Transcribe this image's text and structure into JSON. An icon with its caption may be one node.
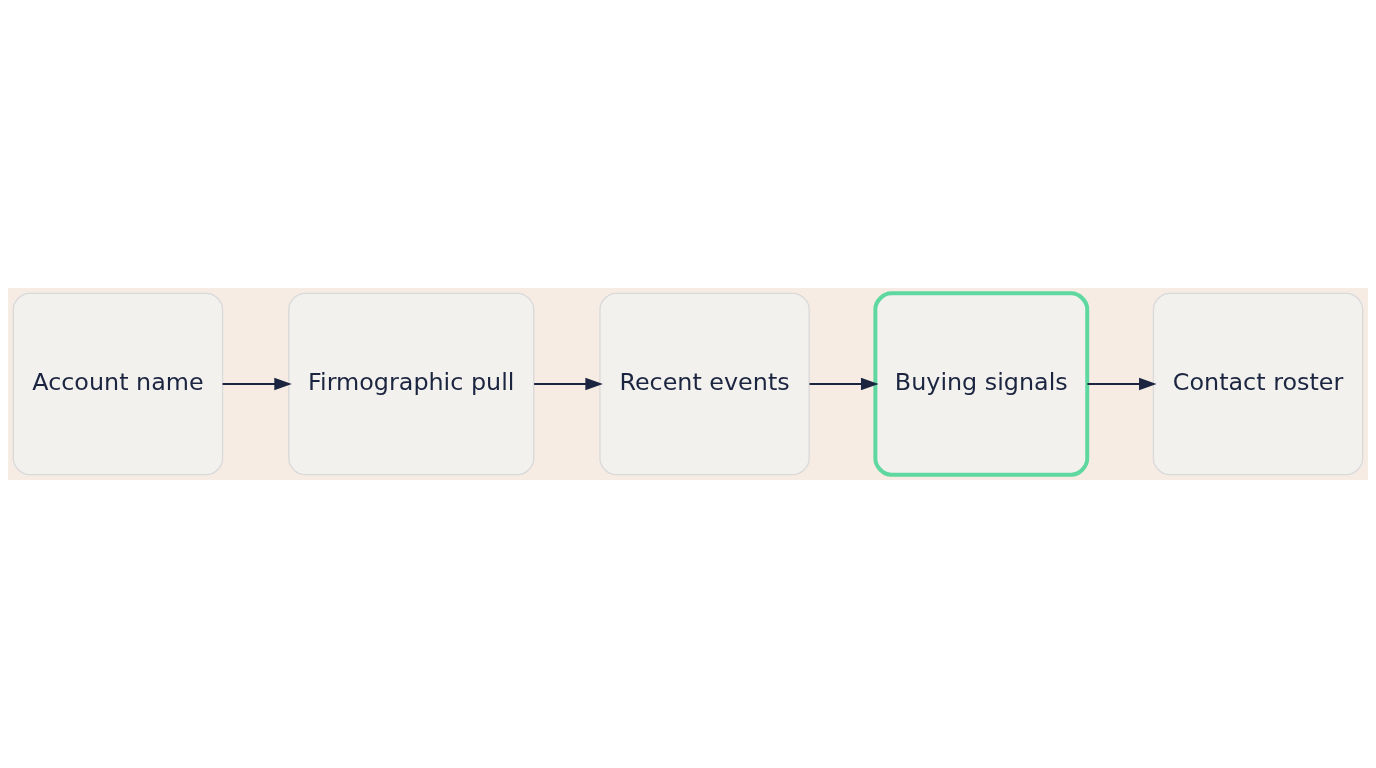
{
  "diagram": {
    "nodes": [
      {
        "text": [
          "Account name"
        ]
      },
      {
        "text": [
          "Firmographic pull"
        ]
      },
      {
        "text": [
          "Recent events"
        ]
      },
      {
        "text": [
          "Buying signals"
        ]
      },
      {
        "text": [
          "Contact roster"
        ]
      }
    ],
    "edges": [
      {
        "from": 0,
        "to": 1,
        "arrow": "to"
      },
      {
        "from": 1,
        "to": 2,
        "arrow": "to"
      },
      {
        "from": 2,
        "to": 3,
        "arrow": "to"
      },
      {
        "from": 3,
        "to": 4,
        "arrow": "to"
      }
    ]
  }
}
